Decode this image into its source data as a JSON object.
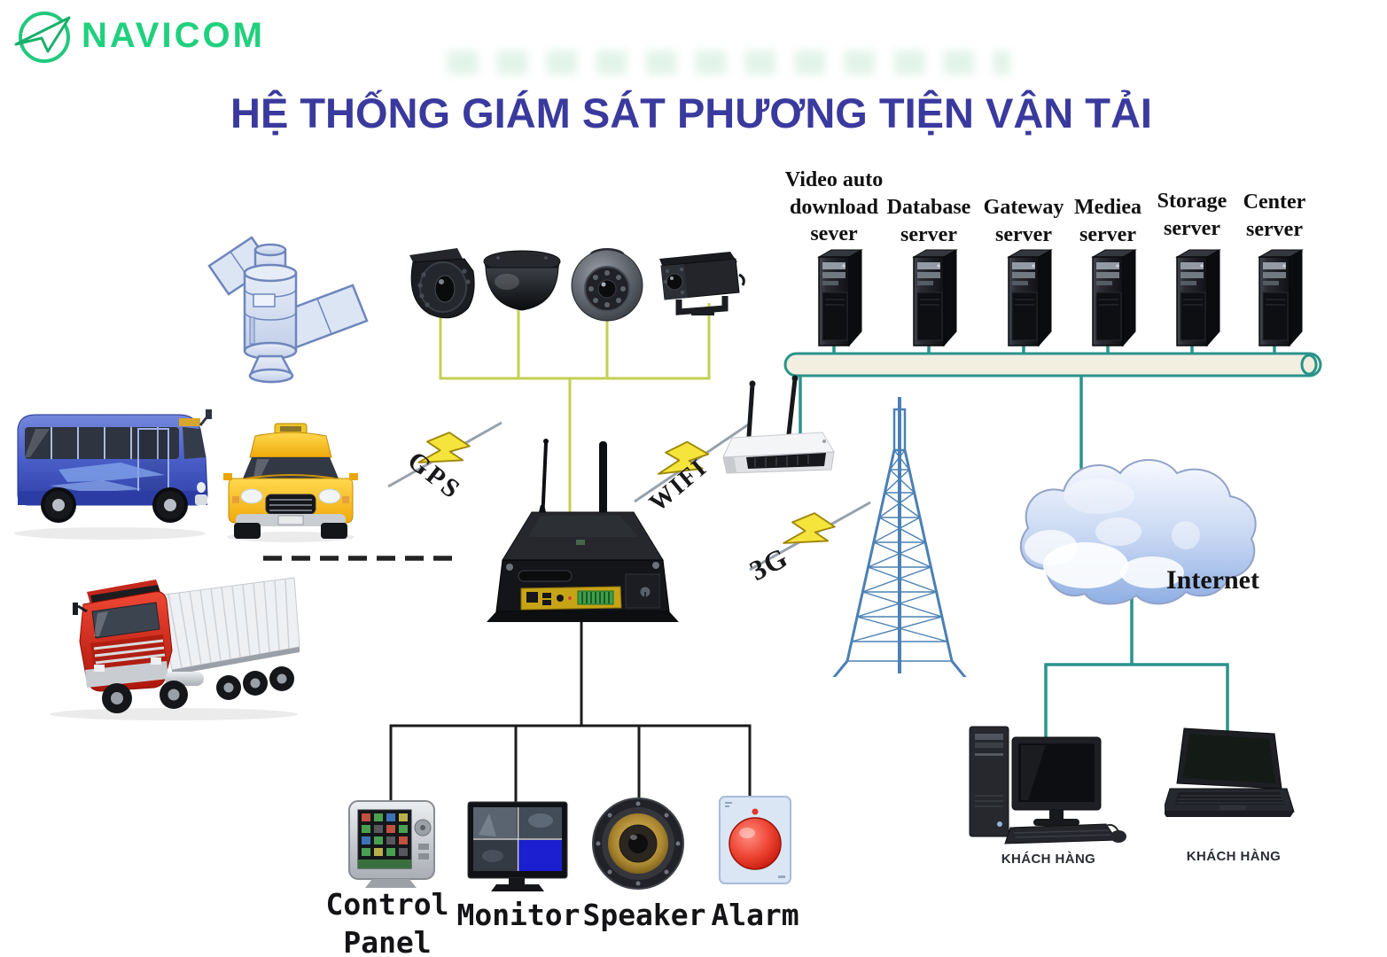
{
  "brand": {
    "name": "NAVICOM"
  },
  "title": "HỆ THỐNG GIÁM SÁT PHƯƠNG TIỆN VẬN TẢI",
  "wireless_links": {
    "gps": "GPS",
    "wifi": "WIFI",
    "cellular": "3G"
  },
  "servers": {
    "video_download": {
      "line1": "Video auto",
      "line2": "download",
      "line3": "sever"
    },
    "database": {
      "line1": "Database",
      "line2": "server"
    },
    "gateway": {
      "line1": "Gateway",
      "line2": "server"
    },
    "media": {
      "line1": "Mediea",
      "line2": "server"
    },
    "storage": {
      "line1": "Storage",
      "line2": "server"
    },
    "center": {
      "line1": "Center",
      "line2": "server"
    }
  },
  "internet": {
    "label": "Internet"
  },
  "clients": {
    "desktop_label": "KHÁCH HÀNG",
    "laptop_label": "KHÁCH HÀNG"
  },
  "vehicle_peripherals": {
    "control_panel": {
      "line1": "Control",
      "line2": "Panel"
    },
    "monitor": "Monitor",
    "speaker": "Speaker",
    "alarm": "Alarm"
  },
  "colors": {
    "brand_green": "#21d07e",
    "title_blue": "#3a3a9e",
    "backbone_teal": "#2a938c",
    "camera_link_olive": "#c3cf53",
    "bolt_yellow": "#f5e43c",
    "tower_blue": "#4b80b4"
  }
}
